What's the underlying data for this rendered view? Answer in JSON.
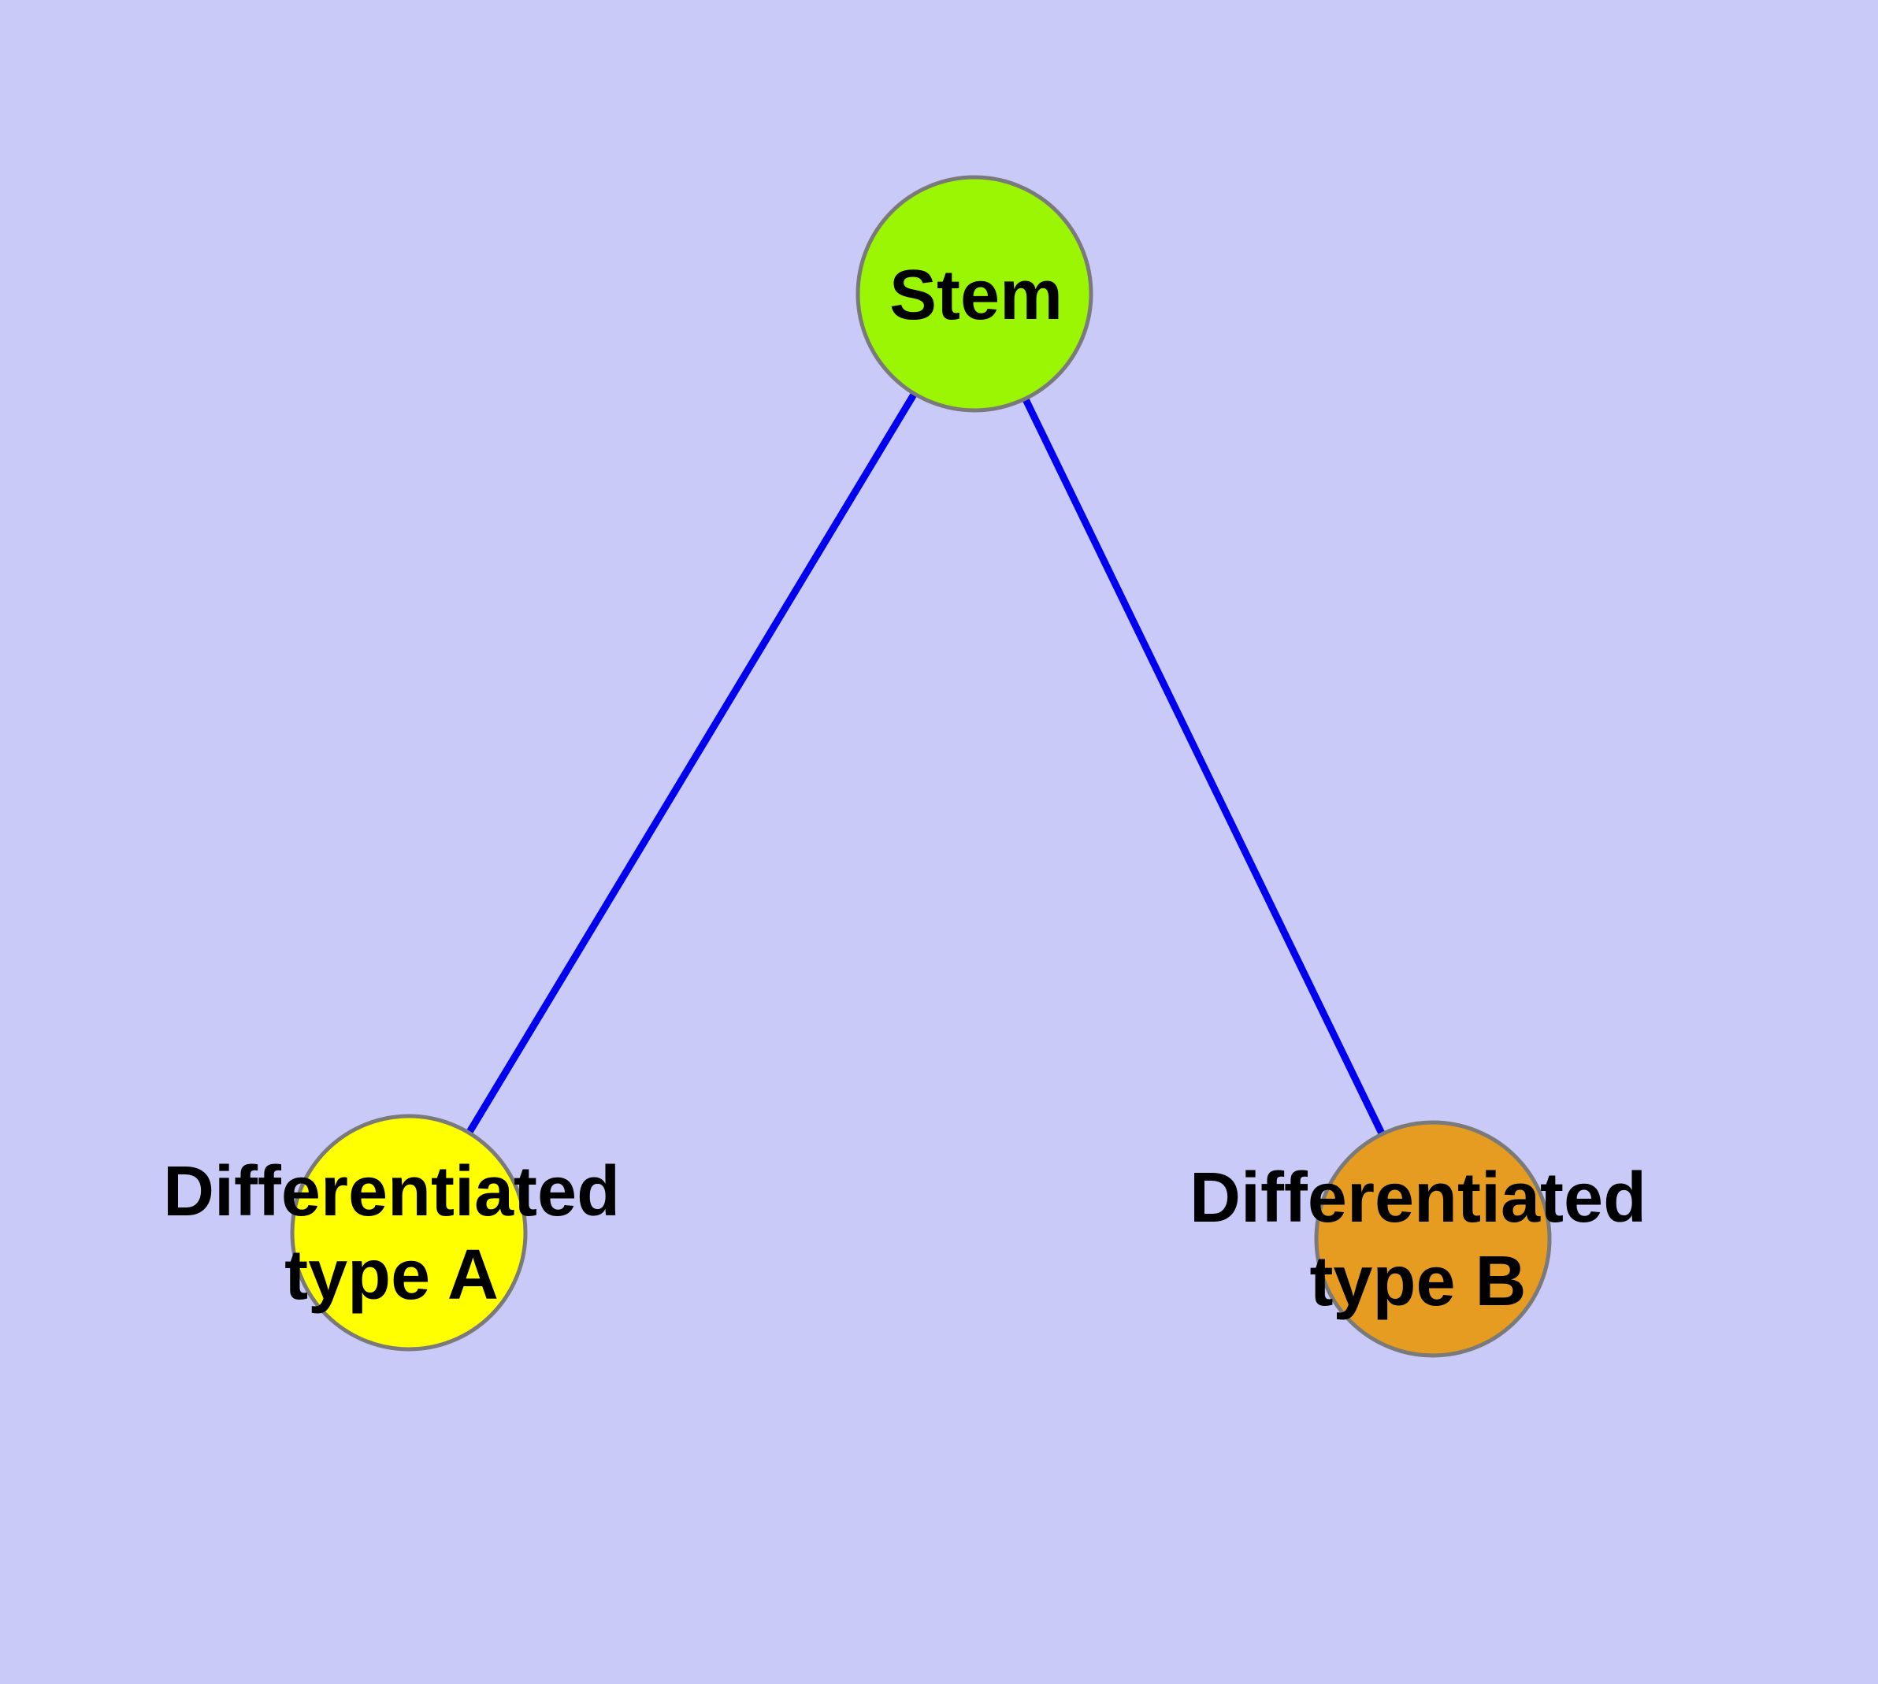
{
  "diagram": {
    "type": "graph",
    "background_color": "#CACAF8",
    "edge_color": "#0000EE",
    "node_border_color": "#7A7A7A",
    "text_color": "#000000",
    "nodes": [
      {
        "id": "stem",
        "label": "Stem",
        "lines": [
          "Stem"
        ],
        "fill": "#9BF604"
      },
      {
        "id": "differentiated-type-a",
        "label": "Differentiated type A",
        "lines": [
          "Differentiated",
          "type A"
        ],
        "fill": "#FFFF00"
      },
      {
        "id": "differentiated-type-b",
        "label": "Differentiated type B",
        "lines": [
          "Differentiated",
          "type B"
        ],
        "fill": "#E69C20"
      }
    ],
    "edges": [
      {
        "from": "Stem",
        "to": "Differentiated type A"
      },
      {
        "from": "Stem",
        "to": "Differentiated type B"
      }
    ]
  }
}
